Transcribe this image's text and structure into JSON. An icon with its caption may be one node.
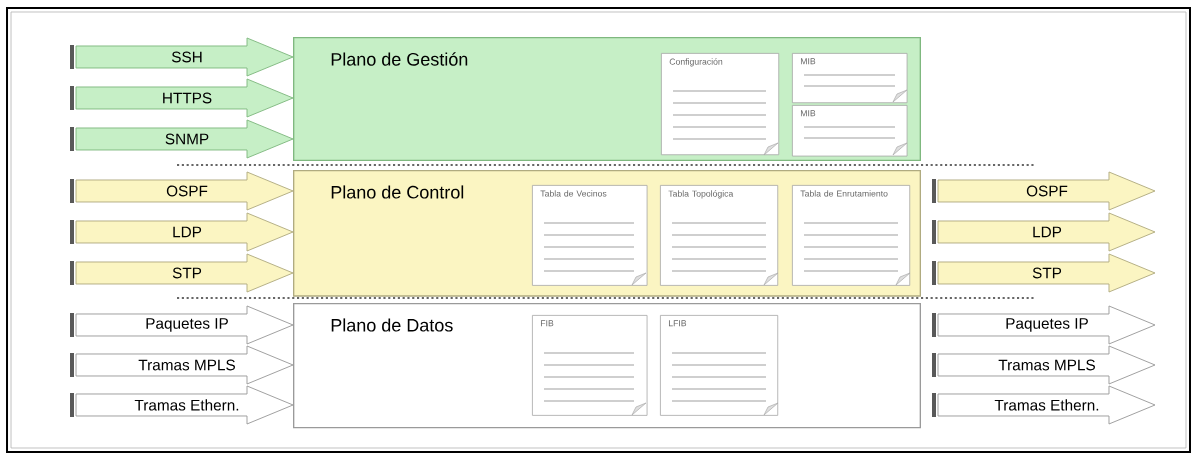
{
  "diagram": {
    "nodes": [
      {
        "text": [
          "Plano de Gestión"
        ]
      },
      {
        "text": [
          "Configuración"
        ],
        "in": 0
      },
      {
        "text": [
          "MIB"
        ],
        "in": 0
      },
      {
        "text": [
          "MIB"
        ],
        "in": 0
      },
      {
        "text": [
          "Plano de Control"
        ]
      },
      {
        "text": [
          "Tabla de Vecinos"
        ],
        "in": 4
      },
      {
        "text": [
          "Tabla Topológica"
        ],
        "in": 4
      },
      {
        "text": [
          "Tabla de Enrutamiento"
        ],
        "in": 4
      },
      {
        "text": [
          "Plano de Datos"
        ]
      },
      {
        "text": [
          "FIB"
        ],
        "in": 8
      },
      {
        "text": [
          "LFIB"
        ],
        "in": 8
      }
    ],
    "edges": [
      {
        "from": null,
        "to": 0,
        "arrow": "to",
        "label": "SSH"
      },
      {
        "from": null,
        "to": 0,
        "arrow": "to",
        "label": "HTTPS"
      },
      {
        "from": null,
        "to": 0,
        "arrow": "to",
        "label": "SNMP"
      },
      {
        "from": null,
        "to": 4,
        "arrow": "to",
        "label": "OSPF"
      },
      {
        "from": null,
        "to": 4,
        "arrow": "to",
        "label": "LDP"
      },
      {
        "from": null,
        "to": 4,
        "arrow": "to",
        "label": "STP"
      },
      {
        "from": 4,
        "to": null,
        "arrow": "to",
        "label": "OSPF"
      },
      {
        "from": 4,
        "to": null,
        "arrow": "to",
        "label": "LDP"
      },
      {
        "from": 4,
        "to": null,
        "arrow": "to",
        "label": "STP"
      },
      {
        "from": null,
        "to": 8,
        "arrow": "to",
        "label": "Paquetes IP"
      },
      {
        "from": null,
        "to": 8,
        "arrow": "to",
        "label": "Tramas MPLS"
      },
      {
        "from": null,
        "to": 8,
        "arrow": "to",
        "label": "Tramas Ethern."
      },
      {
        "from": 8,
        "to": null,
        "arrow": "to",
        "label": "Paquetes IP"
      },
      {
        "from": 8,
        "to": null,
        "arrow": "to",
        "label": "Tramas MPLS"
      },
      {
        "from": 8,
        "to": null,
        "arrow": "to",
        "label": "Tramas Ethern."
      }
    ]
  }
}
